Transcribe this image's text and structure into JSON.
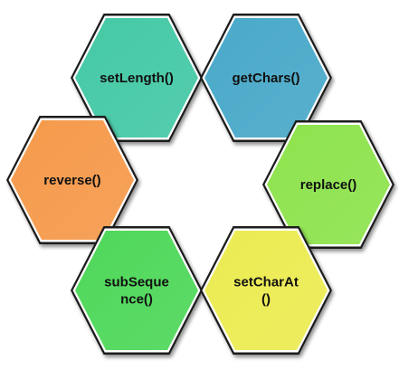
{
  "diagram": {
    "hexagons": [
      {
        "id": "setlength",
        "lines": [
          "setLength()"
        ],
        "color": "#45C9A6",
        "dark": "#2F9A7E"
      },
      {
        "id": "getchars",
        "lines": [
          "getChars()"
        ],
        "color": "#4AA9C9",
        "dark": "#2E7E9C"
      },
      {
        "id": "reverse",
        "lines": [
          "reverse()"
        ],
        "color": "#F59A4C",
        "dark": "#C46E27"
      },
      {
        "id": "replace",
        "lines": [
          "replace()"
        ],
        "color": "#8EE34E",
        "dark": "#62B12B"
      },
      {
        "id": "subsequence",
        "lines": [
          "subSeque",
          "nce()"
        ],
        "color": "#4FD85A",
        "dark": "#2EA338"
      },
      {
        "id": "setcharat",
        "lines": [
          "setCharAt",
          "()"
        ],
        "color": "#ECEB52",
        "dark": "#BDBB2A"
      }
    ]
  }
}
